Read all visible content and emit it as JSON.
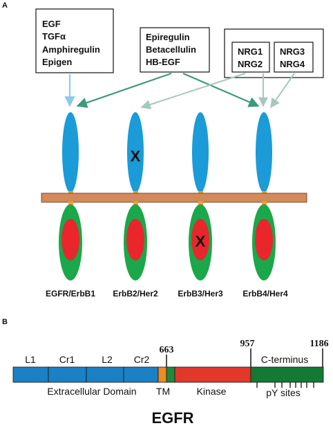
{
  "panel_a": {
    "label": "A",
    "ligand_groups": [
      {
        "lines": [
          "EGF",
          "TGFα",
          "Amphiregulin",
          "Epigen"
        ]
      },
      {
        "lines": [
          "Epiregulin",
          "Betacellulin",
          "HB-EGF"
        ]
      },
      {
        "subgroups": [
          {
            "lines": [
              "NRG1",
              "NRG2"
            ]
          },
          {
            "lines": [
              "NRG3",
              "NRG4"
            ]
          }
        ]
      }
    ],
    "receptors": [
      {
        "name": "EGFR/ErbB1",
        "ligand_binding_inactive": false,
        "kinase_inactive": false
      },
      {
        "name": "ErbB2/Her2",
        "ligand_binding_inactive": true,
        "kinase_inactive": false
      },
      {
        "name": "ErbB3/Her3",
        "ligand_binding_inactive": false,
        "kinase_inactive": true
      },
      {
        "name": "ErbB4/Her4",
        "ligand_binding_inactive": false,
        "kinase_inactive": false
      }
    ],
    "inactive_mark": "X",
    "colors": {
      "extracellular": "#1b9bd7",
      "membrane": "#d4895b",
      "junction": "#f0a030",
      "intracellular_outer": "#1aa84a",
      "kinase": "#e8262c",
      "arrow_egf": "#8ecbe8",
      "arrow_hb_egf": "#3d9a7c",
      "arrow_nrg": "#a6c8b9"
    }
  },
  "panel_b": {
    "label": "B",
    "title": "EGFR",
    "top_labels": [
      "L1",
      "Cr1",
      "L2",
      "Cr2",
      "C-terminus"
    ],
    "positions": [
      "663",
      "957",
      "1186"
    ],
    "bottom_labels": {
      "extracellular": "Extracellular Domain",
      "tm": "TM",
      "kinase": "Kinase",
      "py": "pY sites"
    },
    "colors": {
      "extracellular": "#1b80c4",
      "tm": "#f08a24",
      "juxtamembrane": "#1f8a3c",
      "kinase": "#e2382a",
      "c_terminus": "#147a33"
    }
  }
}
